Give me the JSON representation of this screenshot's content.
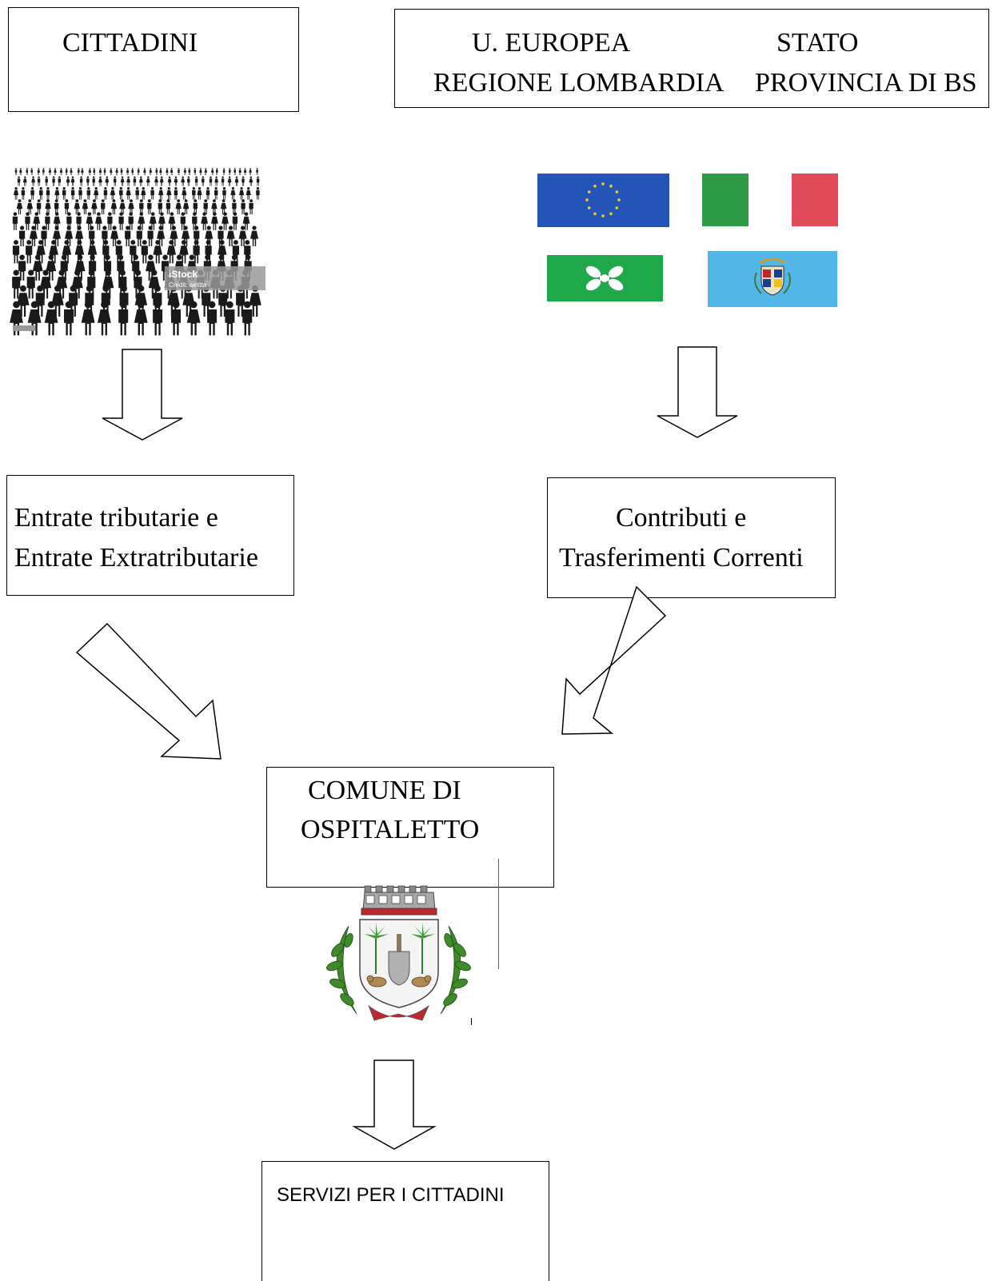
{
  "boxes": {
    "cittadini": {
      "label": "CITTADINI"
    },
    "enti": {
      "line1_left": "U. EUROPEA",
      "line1_right": "STATO",
      "line2_left": "REGIONE LOMBARDIA",
      "line2_right": "PROVINCIA DI BS"
    },
    "entrate": {
      "line1": "Entrate tributarie e",
      "line2": "Entrate Extratributarie"
    },
    "contributi": {
      "line1": "Contributi e",
      "line2": "Trasferimenti Correnti"
    },
    "comune": {
      "line1": "COMUNE DI",
      "line2": "OSPITALETTO"
    },
    "servizi": {
      "label": "SERVIZI PER I CITTADINI"
    }
  },
  "crowd_watermark": {
    "brand": "iStock",
    "credit": "Credit: aelitta"
  },
  "colors": {
    "eu_blue": "#2554b8",
    "eu_star": "#f3d21a",
    "italy_green": "#2f9a48",
    "italy_red": "#e04a59",
    "lombardia_green": "#1fa84a",
    "brescia_blue": "#52b6e8",
    "accent_line": "#3a60b0"
  }
}
